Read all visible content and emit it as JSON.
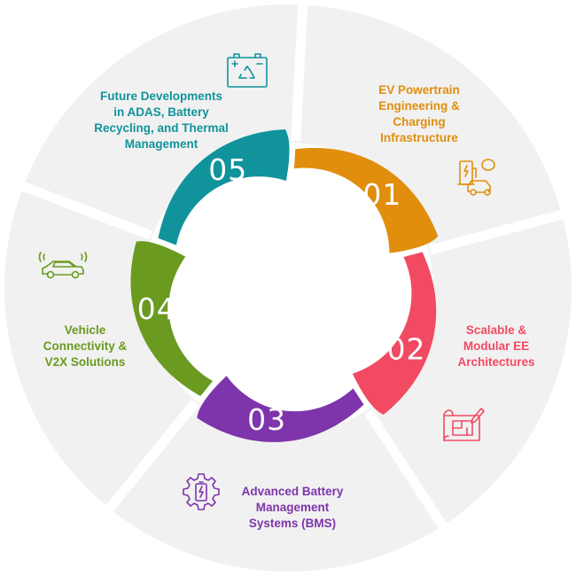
{
  "segments": [
    {
      "number": "01",
      "color": "#e08e0b",
      "title_lines": [
        "EV Powertrain",
        "Engineering &",
        "Charging",
        "Infrastructure"
      ],
      "icon": "ev-charging-station-icon"
    },
    {
      "number": "02",
      "color": "#f24a63",
      "title_lines": [
        "Scalable &",
        "Modular EE",
        "Architectures"
      ],
      "icon": "blueprint-icon"
    },
    {
      "number": "03",
      "color": "#7e34ab",
      "title_lines": [
        "Advanced Battery",
        "Management",
        "Systems (BMS)"
      ],
      "icon": "battery-gear-icon"
    },
    {
      "number": "04",
      "color": "#6a9a1f",
      "title_lines": [
        "Vehicle",
        "Connectivity &",
        "V2X Solutions"
      ],
      "icon": "connected-car-icon"
    },
    {
      "number": "05",
      "color": "#11939c",
      "title_lines": [
        "Future Developments",
        "in ADAS, Battery",
        "Recycling, and Thermal",
        "Management"
      ],
      "icon": "battery-recycling-icon"
    }
  ],
  "colors": {
    "background_ring": "#f1f1f1",
    "divider": "#ffffff"
  }
}
